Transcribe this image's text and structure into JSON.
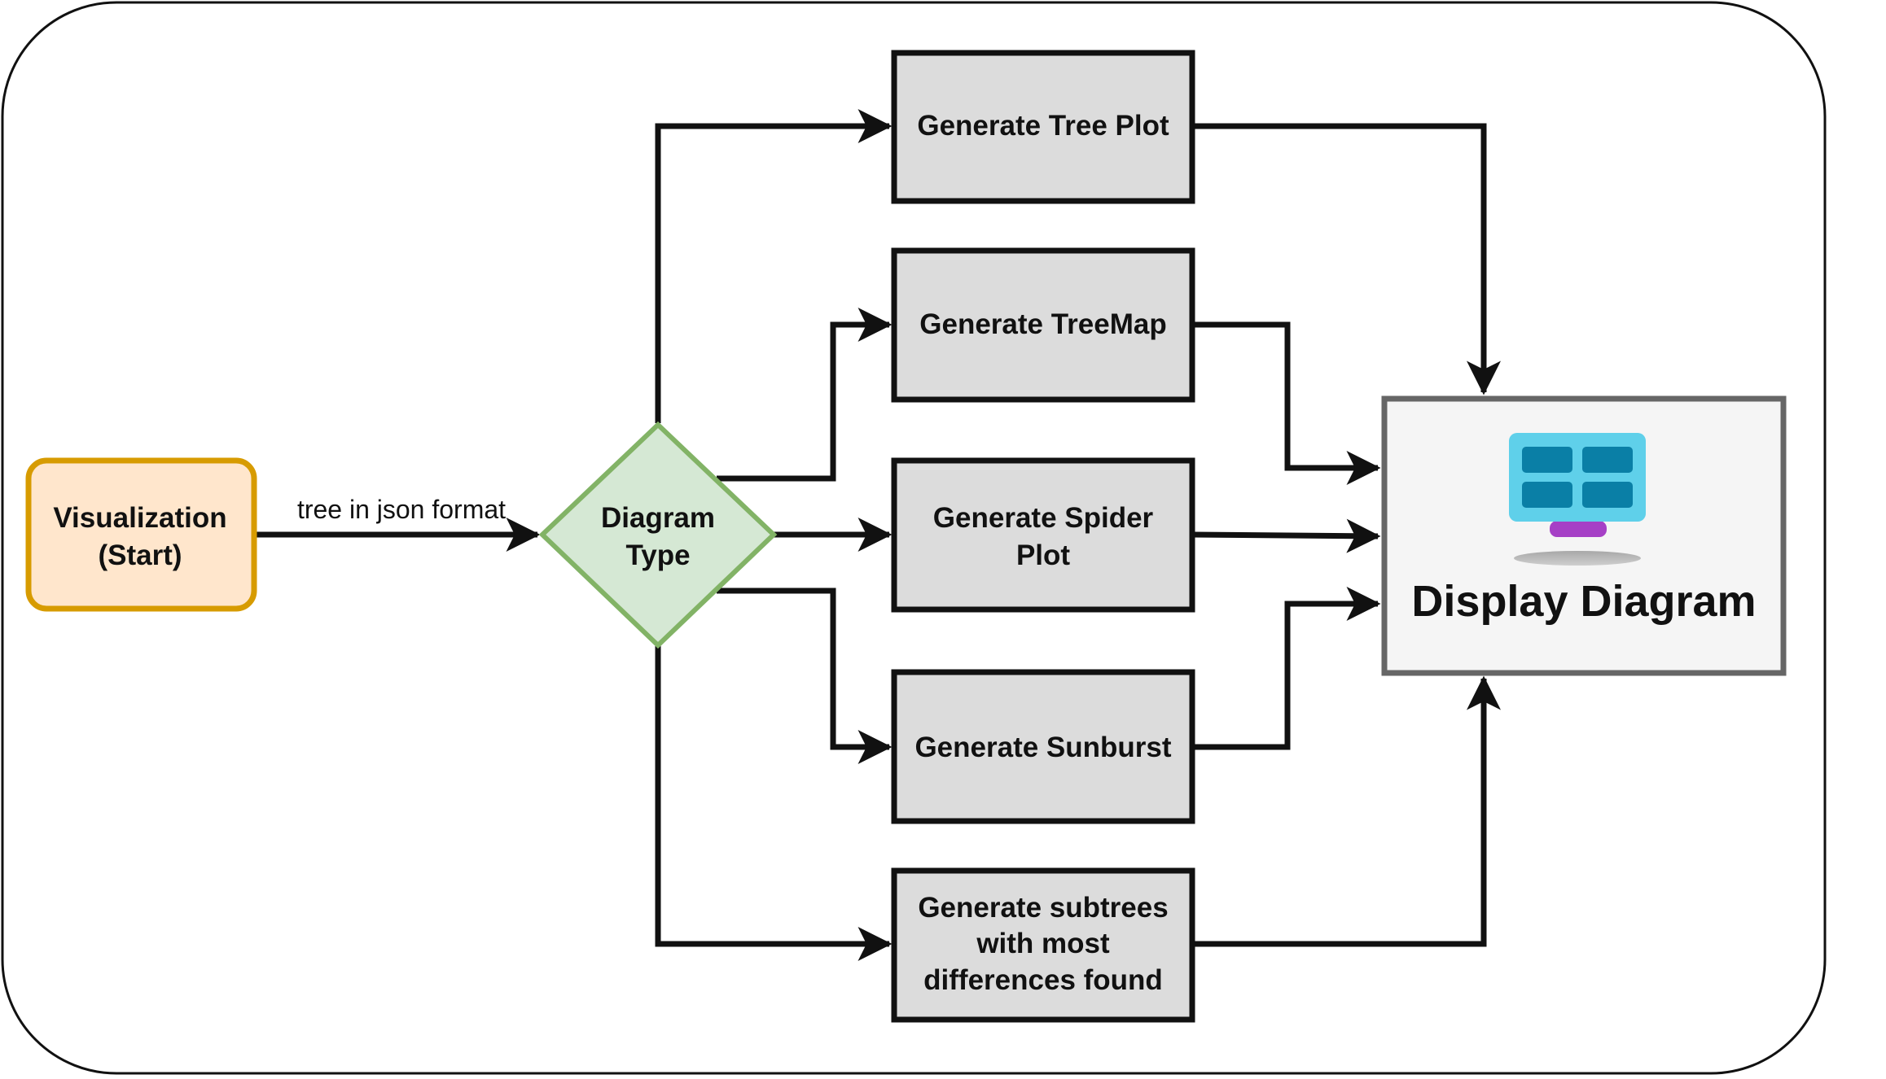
{
  "nodes": {
    "start": {
      "line1": "Visualization",
      "line2": "(Start)",
      "fill": "#ffe6cc",
      "stroke": "#d79b00"
    },
    "decision": {
      "line1": "Diagram",
      "line2": "Type",
      "fill": "#d5e8d4",
      "stroke": "#82b366"
    },
    "tree_plot": {
      "label": "Generate Tree Plot"
    },
    "treemap": {
      "label": "Generate TreeMap"
    },
    "spider_plot": {
      "line1": "Generate Spider",
      "line2": "Plot"
    },
    "sunburst": {
      "label": "Generate Sunburst"
    },
    "subtrees": {
      "line1": "Generate subtrees",
      "line2": "with most",
      "line3": "differences found"
    },
    "display": {
      "label": "Display Diagram",
      "icon": "monitor-icon"
    }
  },
  "edges": {
    "start_to_decision": {
      "label": "tree in json format"
    }
  },
  "colors": {
    "process_fill": "#dcdcdc",
    "process_stroke": "#111111",
    "display_fill": "#f5f5f5",
    "display_stroke": "#666666",
    "monitor_screen": "#3cc6e6",
    "monitor_tiles": "#0a7fa6",
    "monitor_stand": "#a640c6"
  }
}
